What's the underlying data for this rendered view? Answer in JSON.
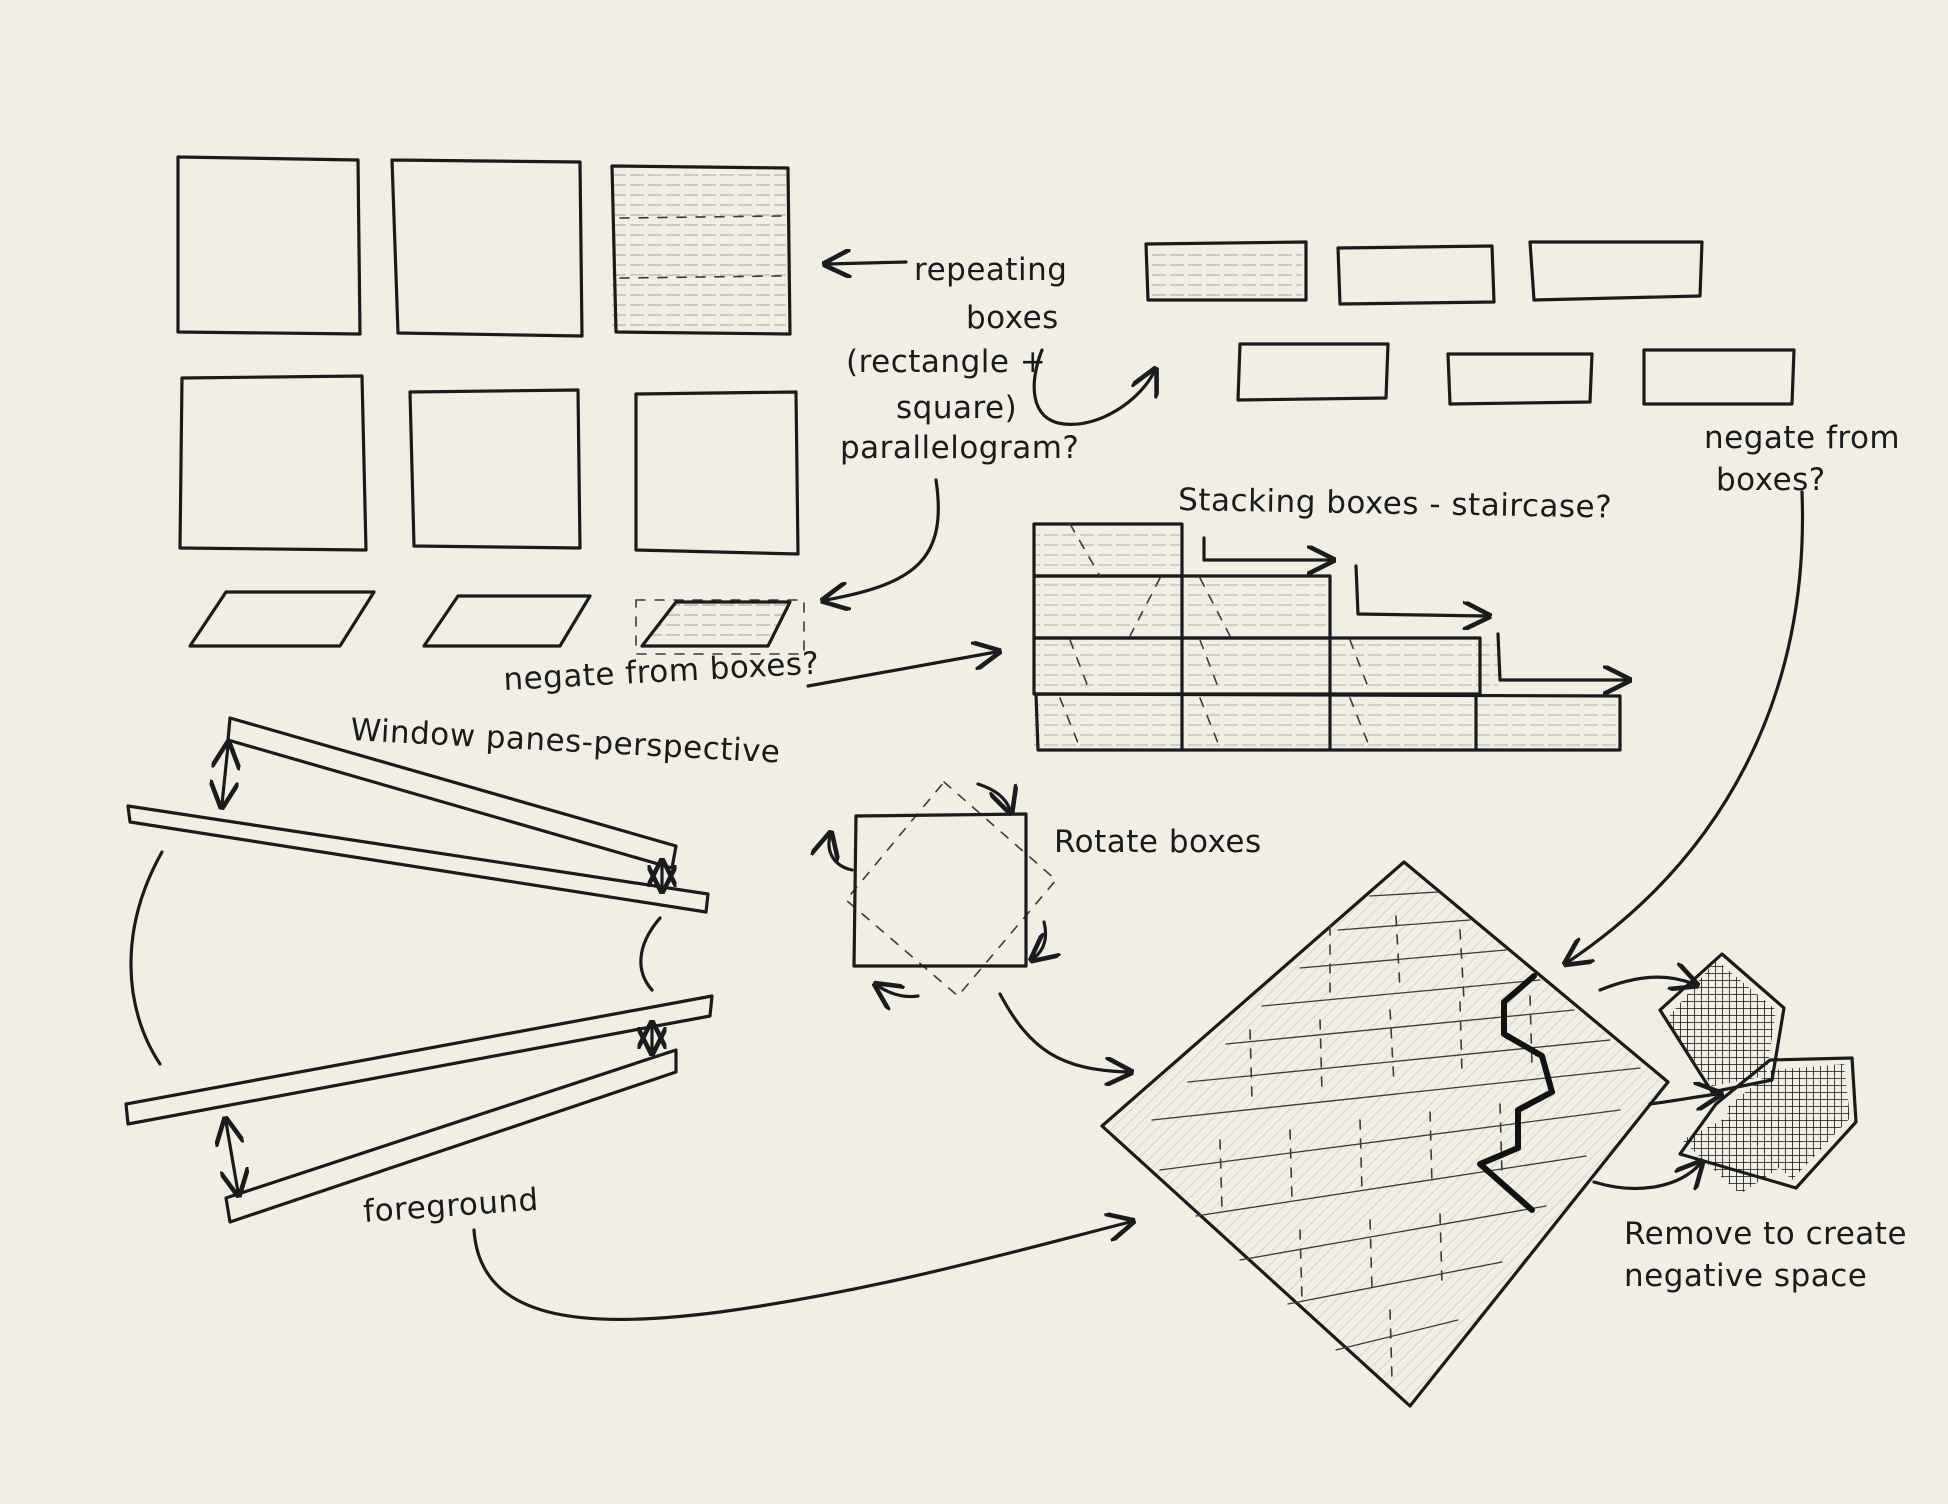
{
  "annotations": {
    "repeating_boxes": {
      "line1": "repeating",
      "line2": "boxes",
      "line3": "(rectangle +",
      "line4": "square)",
      "line5": "parallelogram?"
    },
    "negate_boxes_left": "negate from boxes?",
    "negate_boxes_right": {
      "line1": "negate from",
      "line2": "boxes?"
    },
    "stacking": "Stacking boxes - staircase?",
    "window_panes": "Window panes-perspective",
    "rotate": "Rotate boxes",
    "foreground": "foreground",
    "remove": {
      "line1": "Remove to create",
      "line2": "negative space"
    }
  }
}
